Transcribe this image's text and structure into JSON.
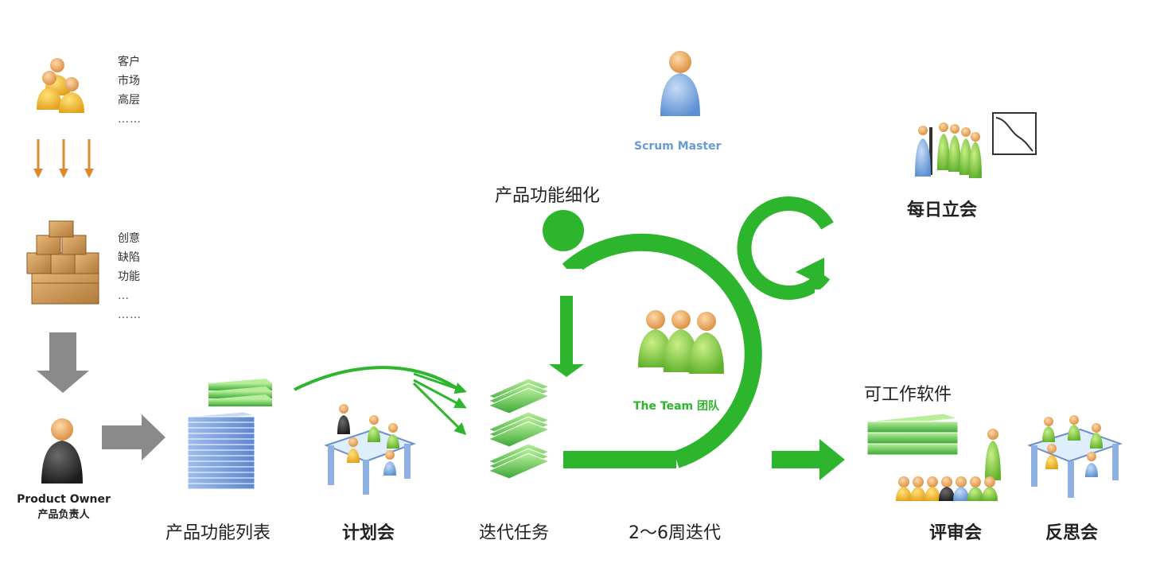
{
  "sources": {
    "people_lines": [
      "客户",
      "市场",
      "高层",
      "……"
    ],
    "ideas_lines": [
      "创意",
      "缺陷",
      "功能",
      "…",
      "……"
    ]
  },
  "product_owner": {
    "en": "Product Owner",
    "zh": "产品负责人"
  },
  "captions": {
    "backlog": "产品功能列表",
    "planning": "计划会",
    "sprint_tasks": "迭代任务",
    "iteration": "2～6周迭代",
    "review": "评审会",
    "retro": "反思会",
    "refinement": "产品功能细化",
    "daily_standup": "每日立会",
    "working_software": "可工作软件"
  },
  "roles": {
    "scrum_master": "Scrum Master",
    "team": "The Team 团队"
  },
  "colors": {
    "green": "#2db52d",
    "orange": "#e08a2c",
    "gray": "#8a8a8a",
    "blue_stack": "#7ea0dc",
    "sm_text": "#6a9ad6"
  },
  "icons": [
    "people-group-icon",
    "boxes-icon",
    "product-owner-icon",
    "backlog-stack-icon",
    "green-cards-icon",
    "meeting-table-icon",
    "task-stack-icon",
    "scrum-master-icon",
    "team-icon",
    "standup-icon",
    "burndown-icon",
    "software-stack-icon",
    "audience-icon",
    "retrospective-icon"
  ]
}
